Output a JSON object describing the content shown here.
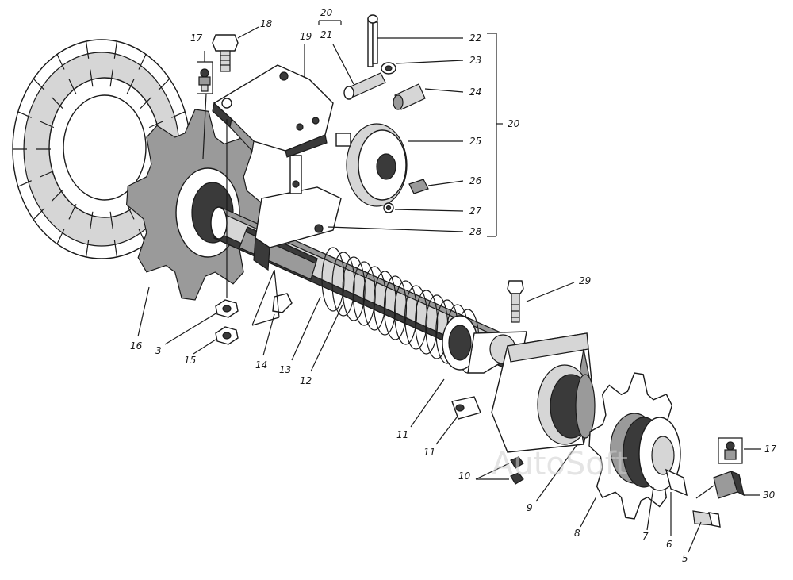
{
  "watermark": "AutoSoft",
  "callouts": [
    {
      "id": "18",
      "text": "18"
    },
    {
      "id": "17a",
      "text": "17"
    },
    {
      "id": "19",
      "text": "19"
    },
    {
      "id": "20top",
      "text": "20"
    },
    {
      "id": "21",
      "text": "21"
    },
    {
      "id": "22",
      "text": "22"
    },
    {
      "id": "23",
      "text": "23"
    },
    {
      "id": "24",
      "text": "24"
    },
    {
      "id": "20side",
      "text": "20"
    },
    {
      "id": "25",
      "text": "25"
    },
    {
      "id": "26",
      "text": "26"
    },
    {
      "id": "27",
      "text": "27"
    },
    {
      "id": "28",
      "text": "28"
    },
    {
      "id": "29",
      "text": "29"
    },
    {
      "id": "16",
      "text": "16"
    },
    {
      "id": "3",
      "text": "3"
    },
    {
      "id": "15",
      "text": "15"
    },
    {
      "id": "14",
      "text": "14"
    },
    {
      "id": "13",
      "text": "13"
    },
    {
      "id": "12",
      "text": "12"
    },
    {
      "id": "11a",
      "text": "11"
    },
    {
      "id": "11b",
      "text": "11"
    },
    {
      "id": "10",
      "text": "10"
    },
    {
      "id": "9",
      "text": "9"
    },
    {
      "id": "8",
      "text": "8"
    },
    {
      "id": "7",
      "text": "7"
    },
    {
      "id": "6",
      "text": "6"
    },
    {
      "id": "5",
      "text": "5"
    },
    {
      "id": "17b",
      "text": "17"
    },
    {
      "id": "30",
      "text": "30"
    }
  ]
}
